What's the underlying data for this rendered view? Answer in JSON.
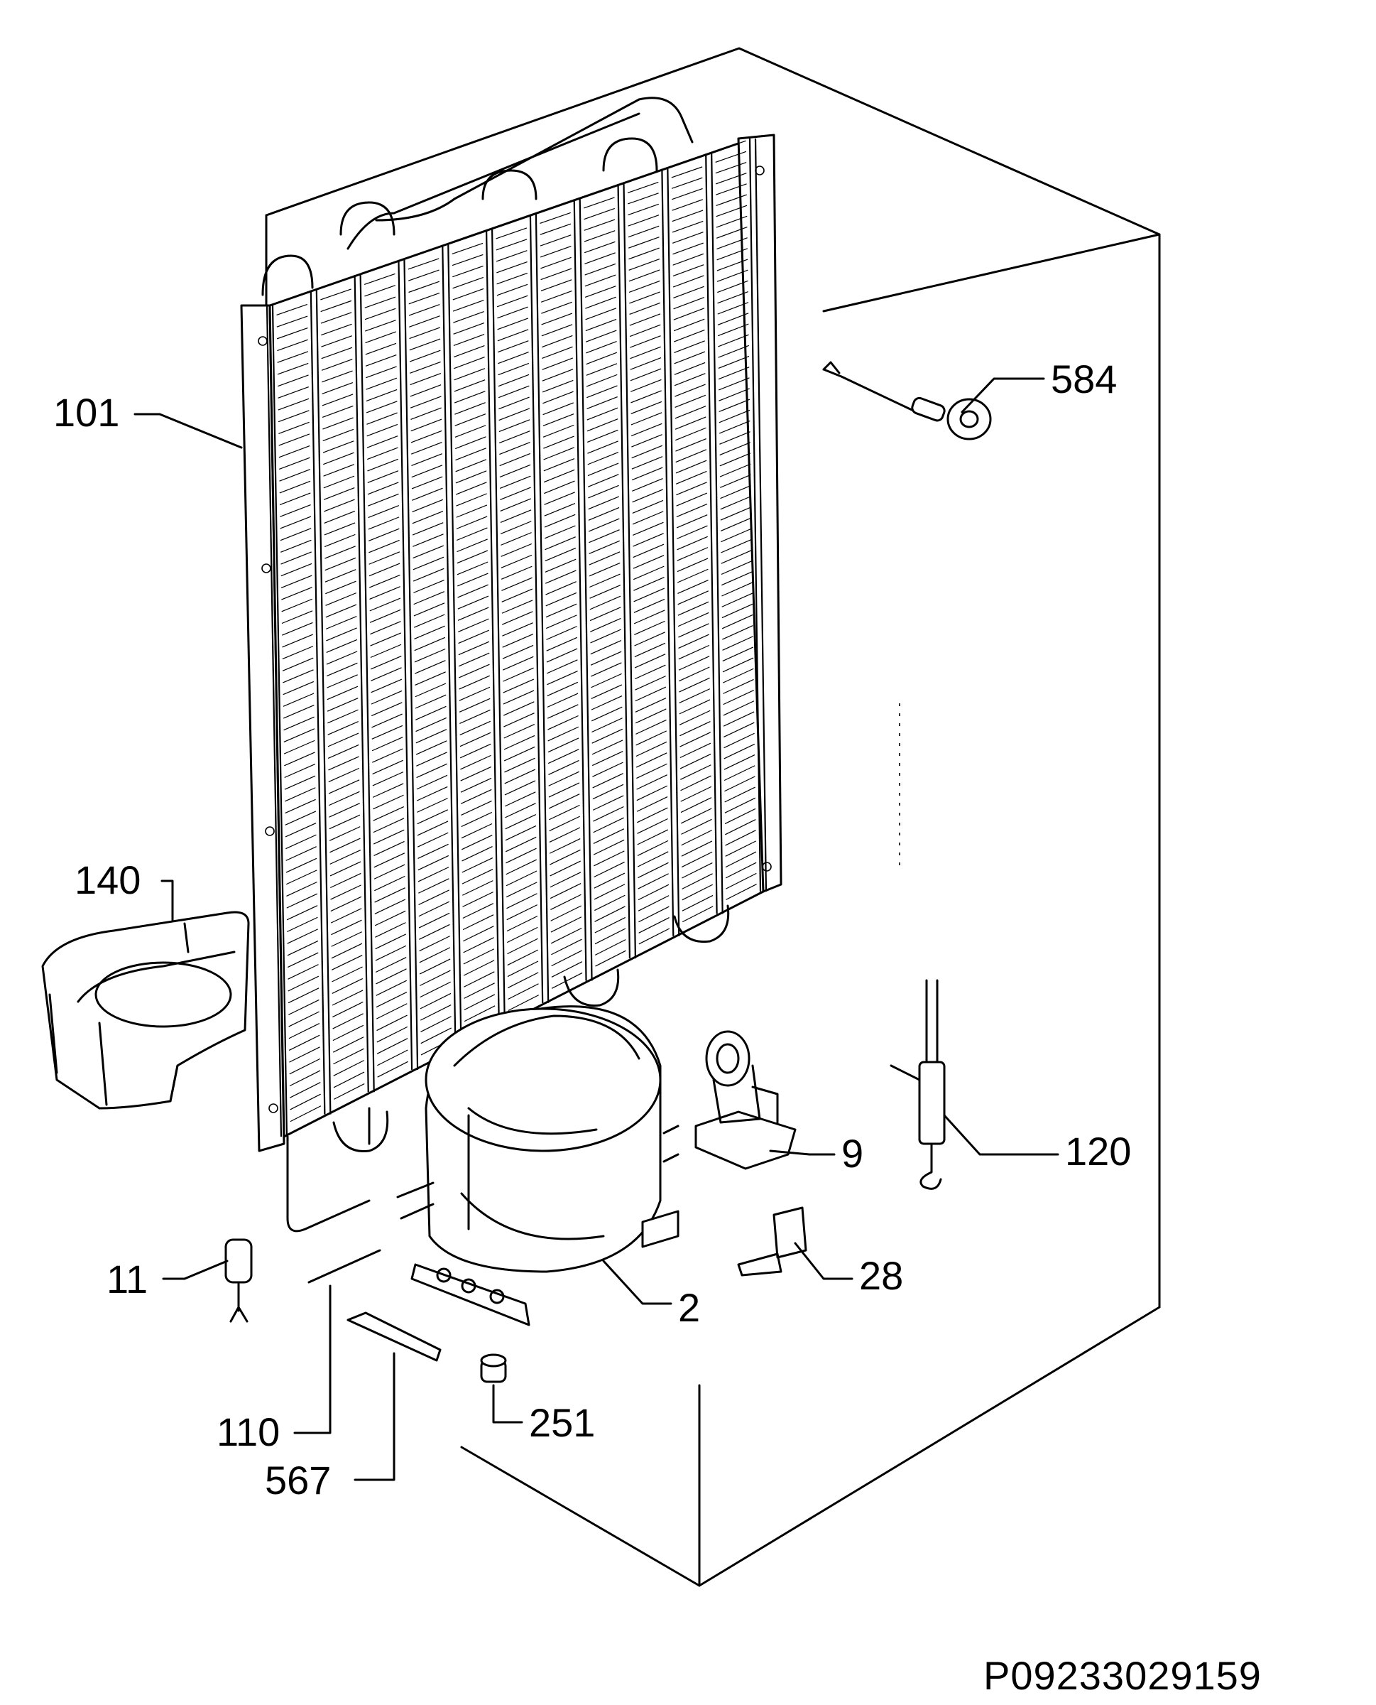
{
  "diagram": {
    "reference_code": "P09233029159",
    "callouts": [
      {
        "id": "101",
        "label": "101"
      },
      {
        "id": "584",
        "label": "584"
      },
      {
        "id": "140",
        "label": "140"
      },
      {
        "id": "9",
        "label": "9"
      },
      {
        "id": "120",
        "label": "120"
      },
      {
        "id": "11",
        "label": "11"
      },
      {
        "id": "2",
        "label": "2"
      },
      {
        "id": "28",
        "label": "28"
      },
      {
        "id": "110",
        "label": "110"
      },
      {
        "id": "251",
        "label": "251"
      },
      {
        "id": "567",
        "label": "567"
      }
    ],
    "parts": [
      {
        "id": "101",
        "name": "condenser"
      },
      {
        "id": "584",
        "name": "sensor-clip"
      },
      {
        "id": "140",
        "name": "drip-tray"
      },
      {
        "id": "9",
        "name": "relay"
      },
      {
        "id": "120",
        "name": "thermostat-capillary"
      },
      {
        "id": "11",
        "name": "dryer-filter"
      },
      {
        "id": "2",
        "name": "compressor"
      },
      {
        "id": "28",
        "name": "clip"
      },
      {
        "id": "110",
        "name": "tube"
      },
      {
        "id": "251",
        "name": "rubber-grommet"
      },
      {
        "id": "567",
        "name": "mounting-strip"
      }
    ]
  }
}
